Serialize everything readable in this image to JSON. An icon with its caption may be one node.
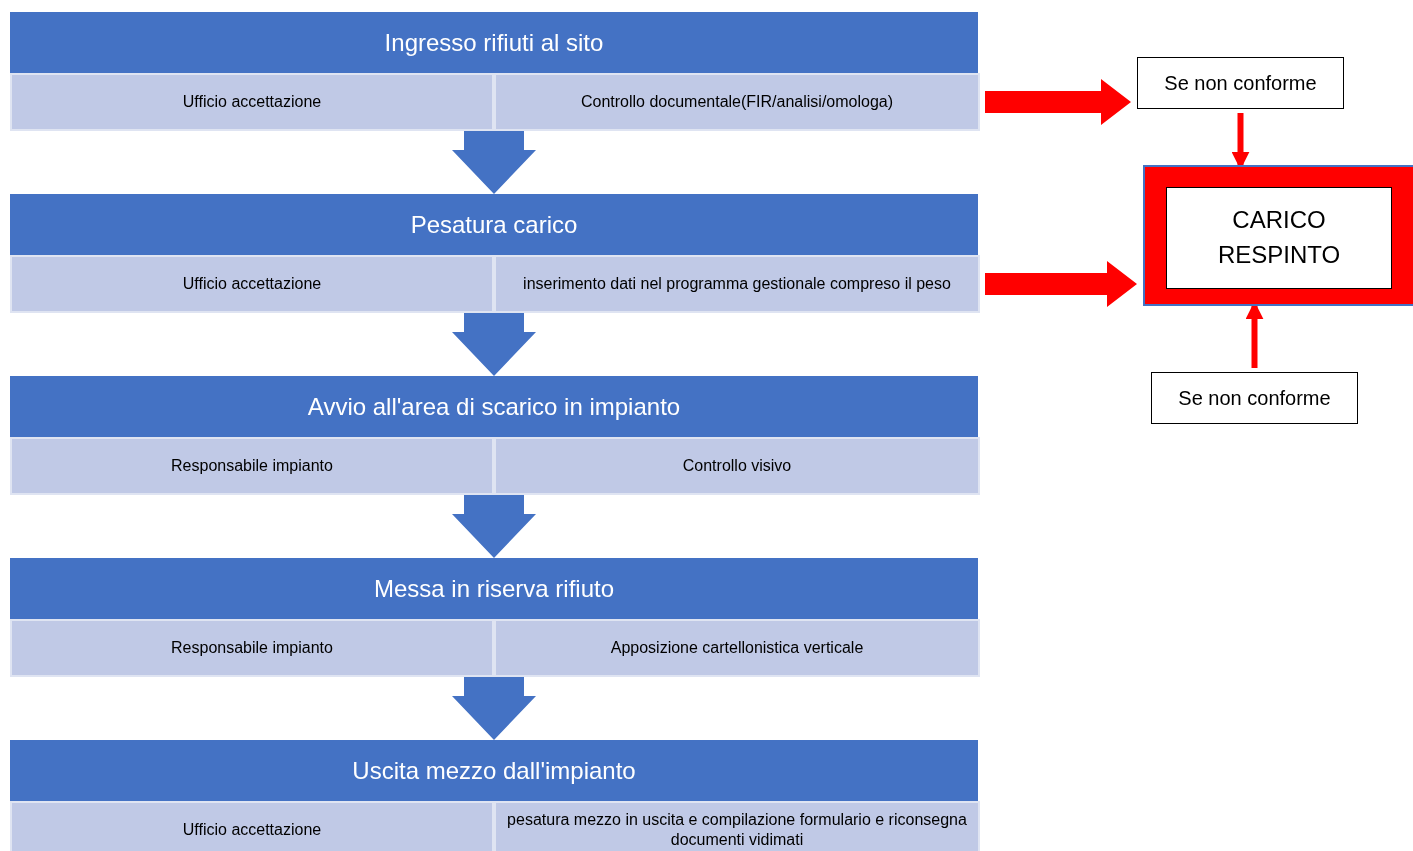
{
  "diagram": {
    "nodes": [
      {
        "text": [
          "Ingresso rifiuti al sito"
        ]
      },
      {
        "text": [
          "Ufficio accettazione"
        ],
        "in": 0
      },
      {
        "text": [
          "Controllo documentale(FIR/analisi/omologa)"
        ],
        "in": 0
      },
      {
        "text": [
          "Pesatura carico"
        ]
      },
      {
        "text": [
          "Ufficio accettazione"
        ],
        "in": 3
      },
      {
        "text": [
          "inserimento dati nel programma gestionale compreso il peso"
        ],
        "in": 3
      },
      {
        "text": [
          "Avvio all'area di scarico in impianto"
        ]
      },
      {
        "text": [
          "Responsabile impianto"
        ],
        "in": 6
      },
      {
        "text": [
          "Controllo visivo"
        ],
        "in": 6
      },
      {
        "text": [
          "Messa in riserva rifiuto"
        ]
      },
      {
        "text": [
          "Responsabile impianto"
        ],
        "in": 9
      },
      {
        "text": [
          "Apposizione cartellonistica verticale"
        ],
        "in": 9
      },
      {
        "text": [
          "Uscita mezzo dall'impianto"
        ]
      },
      {
        "text": [
          "Ufficio accettazione"
        ],
        "in": 12
      },
      {
        "text": [
          "pesatura mezzo in uscita e compilazione formulario e riconsegna documenti vidimati"
        ],
        "in": 12
      },
      {
        "text": [
          "Se non conforme"
        ]
      },
      {
        "text": [
          "CARICO RESPINTO"
        ]
      },
      {
        "text": [
          "Se non conforme"
        ]
      }
    ],
    "edges": [
      {
        "from": 0,
        "to": 3,
        "arrow": "to",
        "style": "thick"
      },
      {
        "from": 3,
        "to": 6,
        "arrow": "to",
        "style": "thick"
      },
      {
        "from": 6,
        "to": 9,
        "arrow": "to",
        "style": "thick"
      },
      {
        "from": 9,
        "to": 12,
        "arrow": "to",
        "style": "thick"
      },
      {
        "from": 2,
        "to": 15,
        "arrow": "to",
        "style": "thick",
        "color": "#ff0000"
      },
      {
        "from": 15,
        "to": 16,
        "arrow": "to",
        "color": "#ff0000"
      },
      {
        "from": 5,
        "to": 16,
        "arrow": "to",
        "style": "thick",
        "color": "#ff0000"
      },
      {
        "from": 17,
        "to": 16,
        "arrow": "to",
        "color": "#ff0000"
      }
    ]
  }
}
